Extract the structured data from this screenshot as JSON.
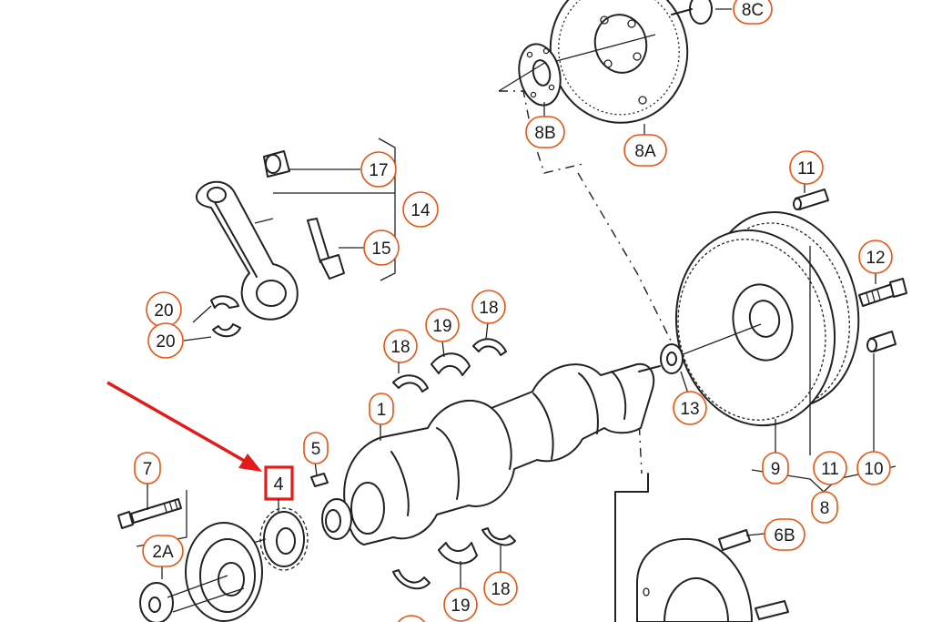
{
  "colors": {
    "callout_outline": "#e8540f",
    "highlight": "#e21b1b",
    "line_art": "#222222"
  },
  "callouts": [
    {
      "id": "8C",
      "text": "8C",
      "part": "flywheel-bolt"
    },
    {
      "id": "8B",
      "text": "8B",
      "part": "flywheel-spacer-plate"
    },
    {
      "id": "8A",
      "text": "8A",
      "part": "flywheel"
    },
    {
      "id": "17",
      "text": "17",
      "part": "small-end-bush"
    },
    {
      "id": "14",
      "text": "14",
      "part": "connecting-rod-assembly"
    },
    {
      "id": "15",
      "text": "15",
      "part": "connecting-rod-bolt"
    },
    {
      "id": "20a",
      "text": "20",
      "part": "big-end-bearing-upper"
    },
    {
      "id": "20b",
      "text": "20",
      "part": "big-end-bearing-lower"
    },
    {
      "id": "11a",
      "text": "11",
      "part": "dowel-pin"
    },
    {
      "id": "12",
      "text": "12",
      "part": "flywheel-bolt-large"
    },
    {
      "id": "18a",
      "text": "18",
      "part": "thrust-washer"
    },
    {
      "id": "19a",
      "text": "19",
      "part": "main-bearing-shell"
    },
    {
      "id": "18b",
      "text": "18",
      "part": "thrust-washer"
    },
    {
      "id": "1",
      "text": "1",
      "part": "crankshaft"
    },
    {
      "id": "13",
      "text": "13",
      "part": "needle-bearing"
    },
    {
      "id": "5",
      "text": "5",
      "part": "woodruff-key"
    },
    {
      "id": "7",
      "text": "7",
      "part": "pulley-bolt"
    },
    {
      "id": "9",
      "text": "9",
      "part": "dual-mass-flywheel"
    },
    {
      "id": "11b",
      "text": "11",
      "part": "dowel-pin"
    },
    {
      "id": "10",
      "text": "10",
      "part": "bush"
    },
    {
      "id": "8",
      "text": "8",
      "part": "flywheel-group"
    },
    {
      "id": "2A",
      "text": "2A",
      "part": "vibration-damper"
    },
    {
      "id": "6B",
      "text": "6B",
      "part": "sender-wheel-bolt"
    },
    {
      "id": "19b",
      "text": "19",
      "part": "main-bearing-shell"
    },
    {
      "id": "18c",
      "text": "18",
      "part": "thrust-washer"
    }
  ],
  "highlighted": {
    "id": "4",
    "text": "4",
    "part": "crankshaft-sprocket"
  }
}
